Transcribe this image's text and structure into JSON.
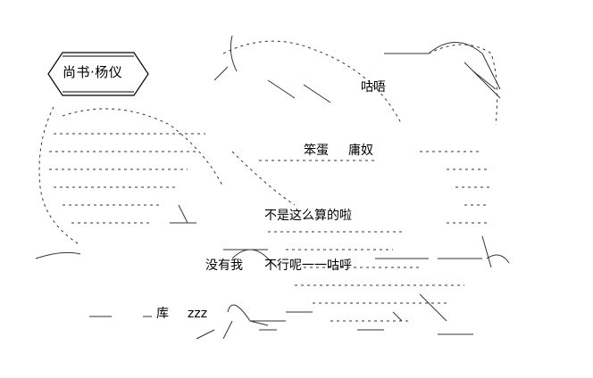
{
  "name_tag": "尚书·杨仪",
  "dialogue": {
    "line1": "咕唔",
    "line2": "笨蛋",
    "line3": "庸奴",
    "line4": "不是这么算的啦",
    "line5": "没有我",
    "line6": "不行呢一一咕呼",
    "line7": "库",
    "line8": "zzz"
  }
}
